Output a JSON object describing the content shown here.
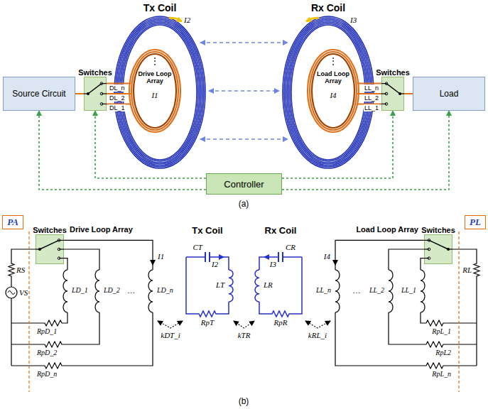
{
  "diagram": {
    "nodes": [
      {
        "text": [
          "Source Circuit"
        ]
      },
      {
        "text": [
          "Switches"
        ]
      },
      {
        "text": [
          "Switches"
        ]
      },
      {
        "text": [
          "Load"
        ]
      },
      {
        "text": [
          "Controller"
        ]
      },
      {
        "text": [
          "PA"
        ]
      },
      {
        "text": [
          "Switches"
        ]
      },
      {
        "text": [
          "Switches"
        ]
      },
      {
        "text": [
          "PL"
        ]
      }
    ],
    "edges": [
      {
        "from": 0,
        "to": 1,
        "arrow": "none"
      },
      {
        "from": 2,
        "to": 3,
        "arrow": "none"
      },
      {
        "from": 4,
        "to": 0,
        "arrow": "to"
      },
      {
        "from": 4,
        "to": 1,
        "arrow": "to"
      },
      {
        "from": 4,
        "to": 2,
        "arrow": "to"
      },
      {
        "from": 4,
        "to": 3,
        "arrow": "to"
      }
    ],
    "labels": [
      "Tx Coil",
      "I2",
      "Drive Loop Array",
      "⋮",
      "I1",
      "DL_n",
      "DL_2",
      "DL_1",
      "Rx Coil",
      "I3",
      "Load Loop Array",
      "⋮",
      "I4",
      "LL_n",
      "LL_2",
      "LL_1",
      "(a)",
      "Drive Loop Array",
      "RS",
      "VS",
      "RpD_1",
      "RpD_2",
      "RpD_n",
      "LD_1",
      "LD_2",
      "…",
      "LD_n",
      "I1",
      "Tx Coil",
      "CT",
      "I2",
      "LT",
      "RpT",
      "kDT_i",
      "kTR",
      "Rx Coil",
      "CR",
      "I3",
      "LR",
      "RpR",
      "kRL_i",
      "I4",
      "LL_n",
      "…",
      "LL_2",
      "LL_1",
      "RL",
      "RpL_1",
      "RpL2",
      "RpL_n",
      "(b)",
      "Load Loop Array"
    ]
  }
}
